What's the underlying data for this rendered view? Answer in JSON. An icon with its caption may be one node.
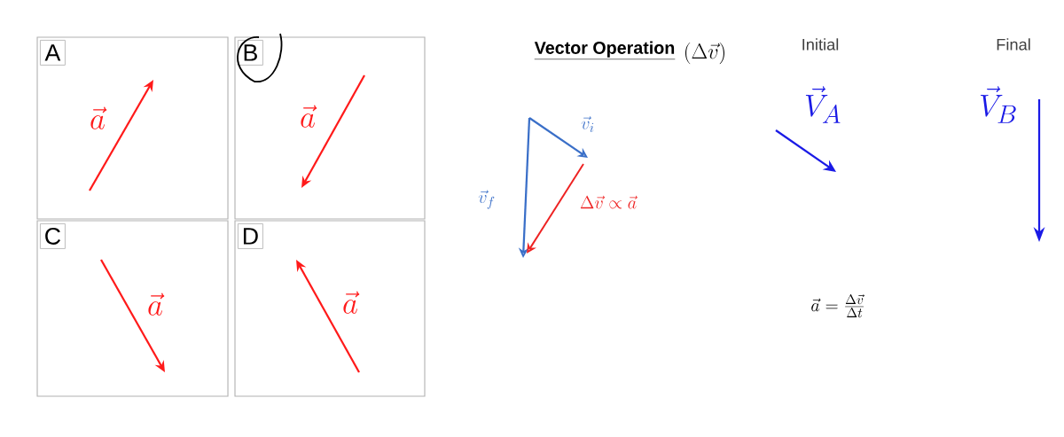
{
  "diagram": {
    "title": "Vector Operation",
    "nodes": [
      {
        "text": [
          "A",
          "\\vec{a}"
        ]
      },
      {
        "text": [
          "B",
          "\\vec{a}"
        ]
      },
      {
        "text": [
          "C",
          "\\vec{a}"
        ]
      },
      {
        "text": [
          "D",
          "\\vec{a}"
        ]
      }
    ],
    "labels": [
      "(\\Delta\\vec{v})",
      "Initial",
      "Final",
      "\\vec{V}_A",
      "\\vec{V}_B",
      "\\vec{v}_i",
      "\\vec{v}_f",
      "\\Delta\\vec{v} \\propto \\vec{a}",
      "\\vec{a} = \\frac{\\Delta\\vec{v}}{\\Delta t}"
    ]
  }
}
